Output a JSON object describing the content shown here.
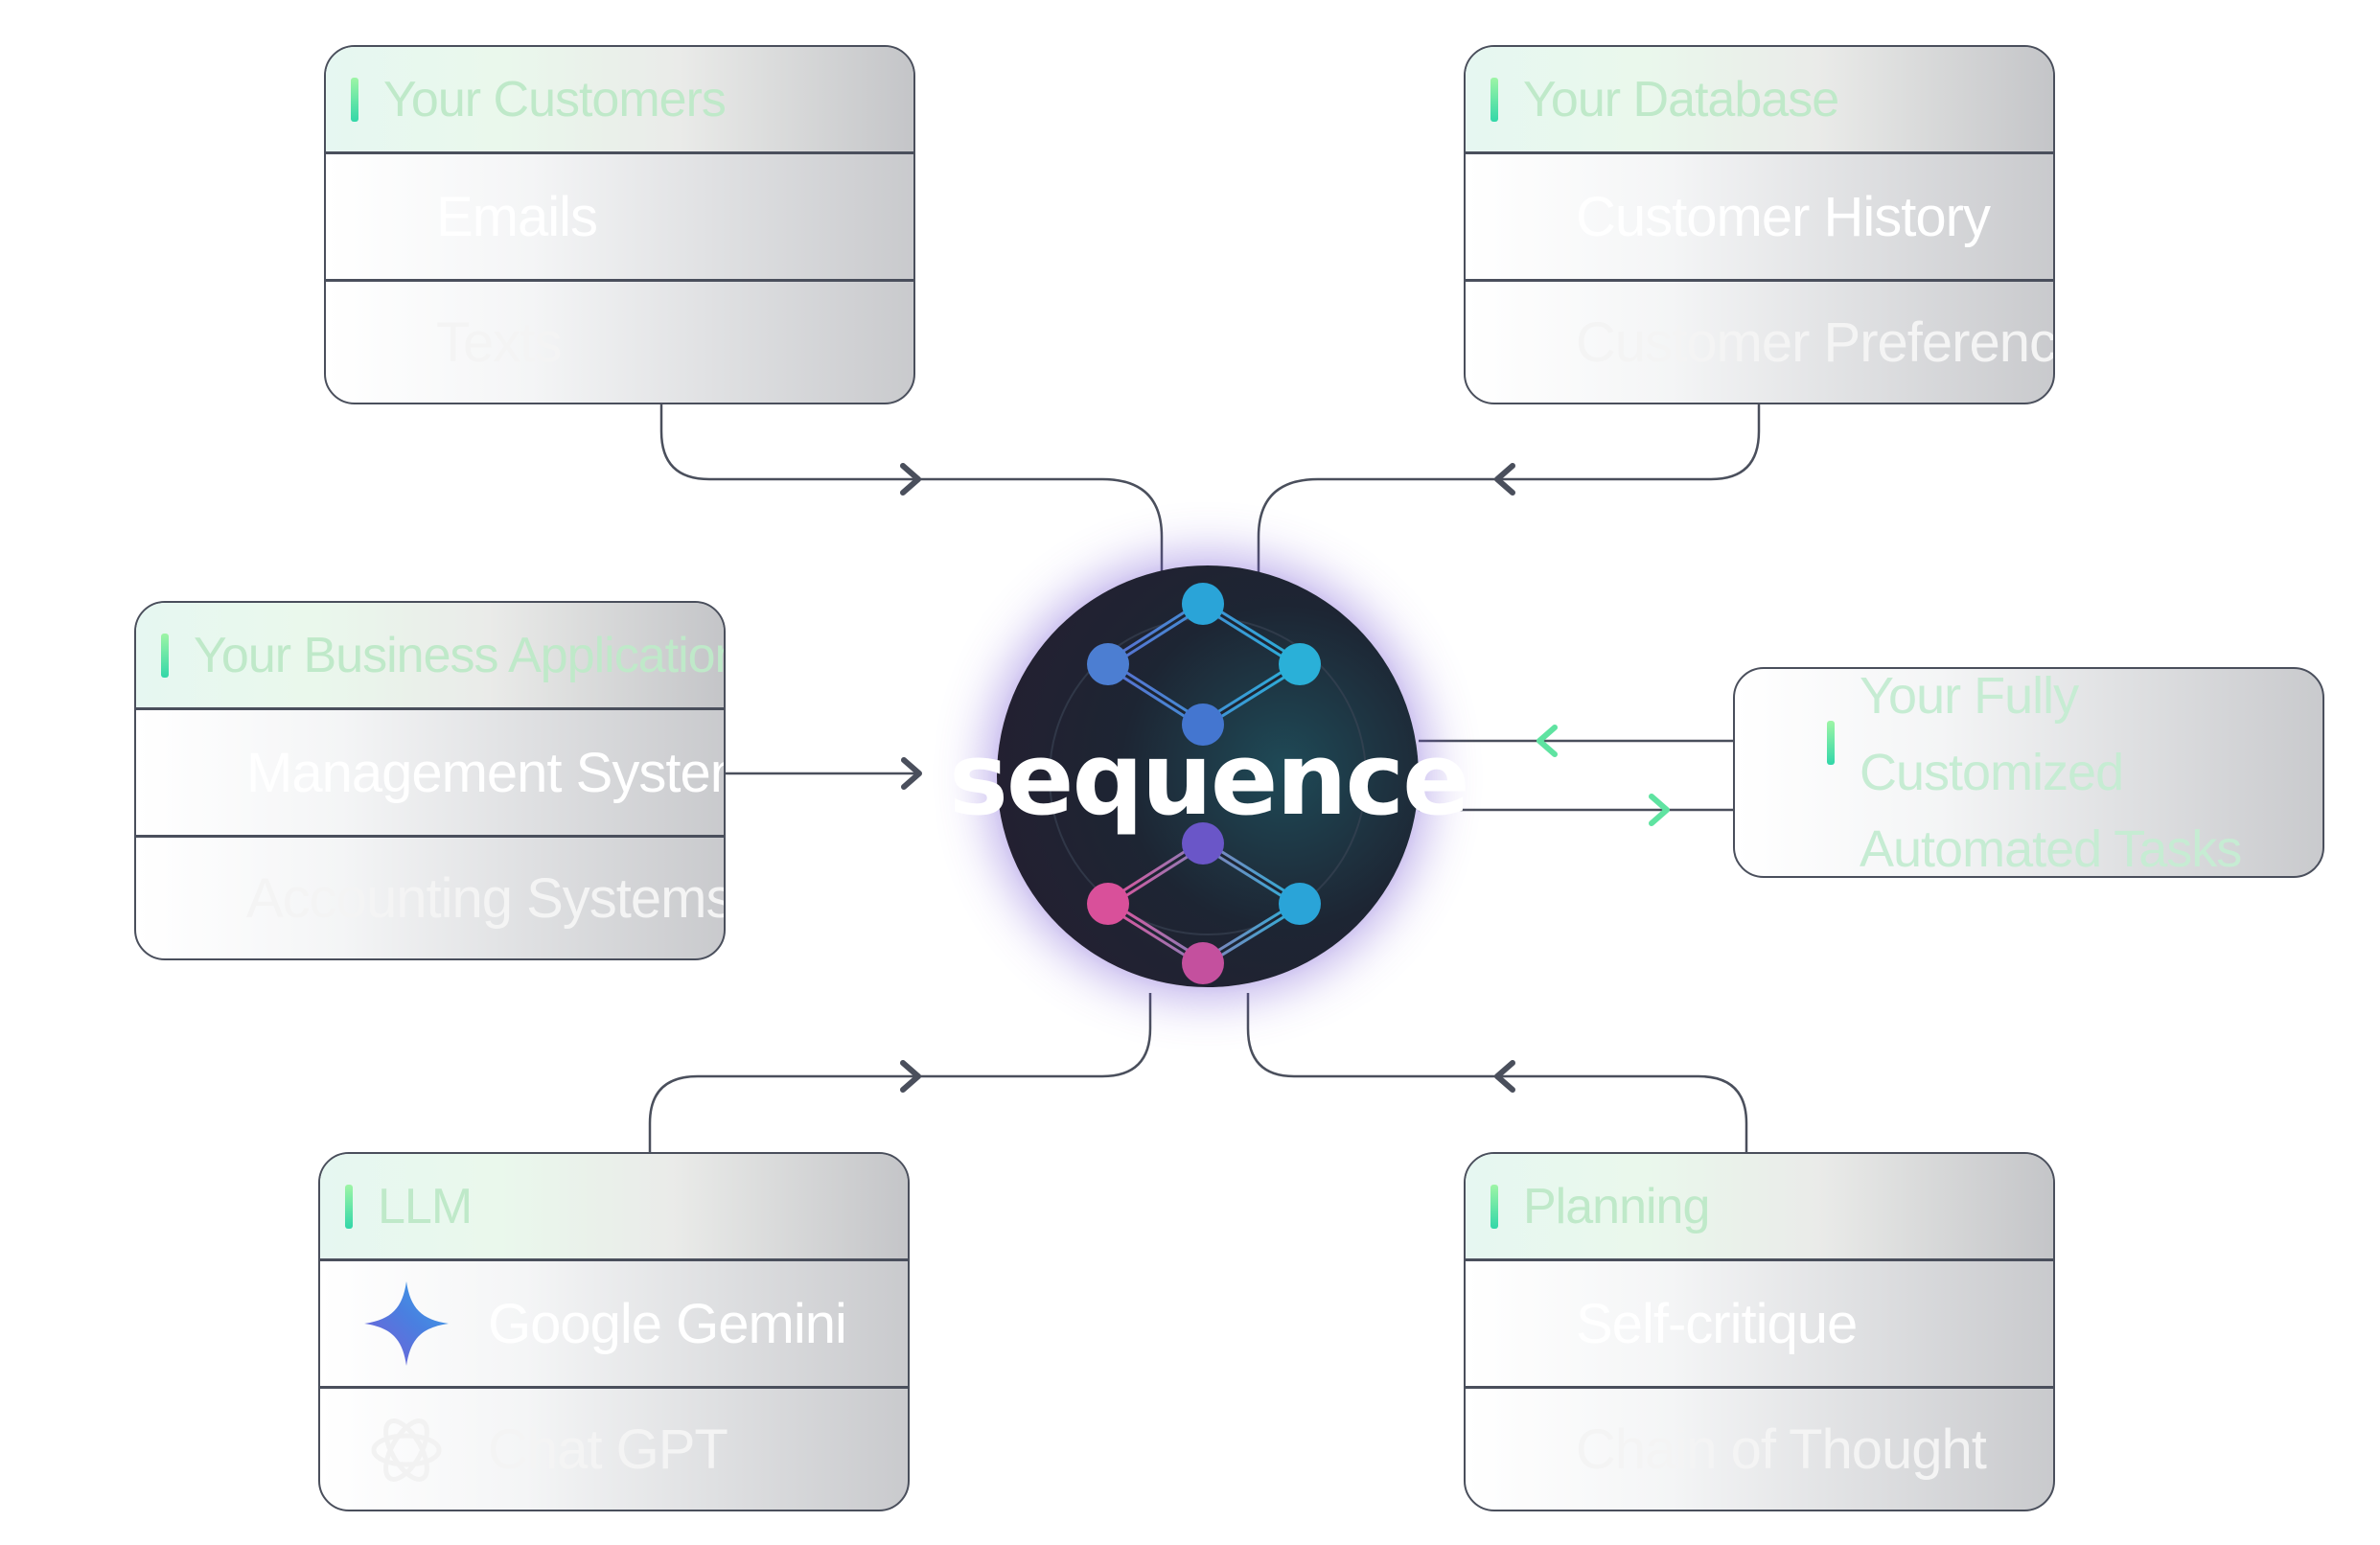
{
  "hub": {
    "wordmark": "sequence"
  },
  "cards": {
    "customers": {
      "title": "Your Customers",
      "items": [
        "Emails",
        "Texts"
      ]
    },
    "database": {
      "title": "Your Database",
      "items": [
        "Customer History",
        "Customer Preferences"
      ]
    },
    "business": {
      "title": "Your Business Applications",
      "items": [
        "Management Systems",
        "Accounting Systems"
      ]
    },
    "tasks": {
      "title_line1": "Your Fully Customized",
      "title_line2": "Automated Tasks"
    },
    "llm": {
      "title": "LLM",
      "items": [
        "Google Gemini",
        "Chat GPT"
      ]
    },
    "planning": {
      "title": "Planning",
      "items": [
        "Self-critique",
        "Chain of Thought"
      ]
    }
  },
  "icons": {
    "gemini": "gemini-sparkle-icon",
    "chatgpt": "openai-knot-icon"
  },
  "colors": {
    "connector": "#4a4f5c",
    "accent_green": "#5fe3a1",
    "hub_node_blue": "#3a8fd0",
    "hub_node_pink": "#d9509a"
  }
}
